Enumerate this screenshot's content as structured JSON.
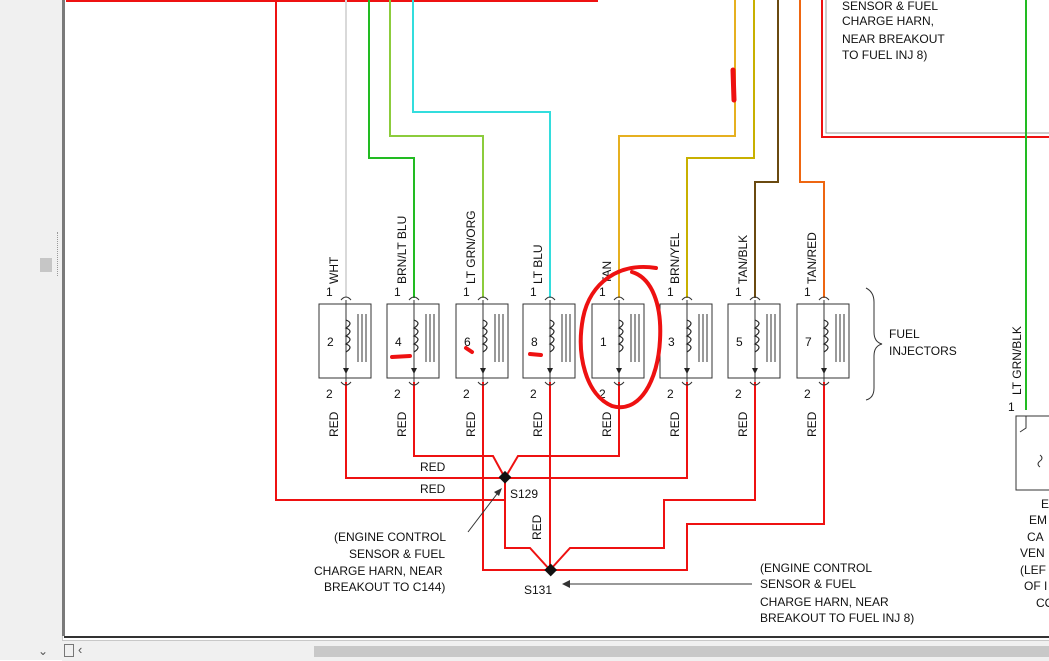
{
  "colors": {
    "red": "#ee1111",
    "white_wire": "#d9d9d9",
    "green": "#22bb22",
    "lt_green": "#8ccc3c",
    "lt_blue": "#33dddd",
    "tan": "#e6b020",
    "brown_yellow": "#c8b000",
    "brown": "#6a4a10",
    "orange": "#ee6611",
    "annotation": "#ee1111"
  },
  "wire_labels": {
    "wht": "WHT",
    "brn_lt_blu": "BRN/LT BLU",
    "lt_grn_org": "LT GRN/ORG",
    "lt_blu": "LT BLU",
    "tan": "TAN",
    "brn_yel": "BRN/YEL",
    "tan_blk": "TAN/BLK",
    "tan_red": "TAN/RED",
    "lt_grn_blk": "LT GRN/BLK",
    "red": "RED"
  },
  "pin_top": "1",
  "pin_bottom": "2",
  "injectors": [
    {
      "num": "2",
      "wire": "WHT"
    },
    {
      "num": "4",
      "wire": "BRN/LT BLU"
    },
    {
      "num": "6",
      "wire": "LT GRN/ORG"
    },
    {
      "num": "8",
      "wire": "LT BLU"
    },
    {
      "num": "1",
      "wire": "TAN"
    },
    {
      "num": "3",
      "wire": "BRN/YEL"
    },
    {
      "num": "5",
      "wire": "TAN/BLK"
    },
    {
      "num": "7",
      "wire": "TAN/RED"
    }
  ],
  "fuel_injectors_label": [
    "FUEL",
    "INJECTORS"
  ],
  "splices": {
    "s129": "S129",
    "s131": "S131"
  },
  "top_note": [
    "SENSOR & FUEL",
    "CHARGE HARN,",
    "NEAR BREAKOUT",
    "TO FUEL INJ 8)"
  ],
  "note_left": [
    "(ENGINE CONTROL",
    "SENSOR & FUEL",
    "CHARGE HARN, NEAR",
    "BREAKOUT TO C144)"
  ],
  "note_right": [
    "(ENGINE CONTROL",
    "SENSOR & FUEL",
    "CHARGE HARN, NEAR",
    "BREAKOUT TO FUEL INJ 8)"
  ],
  "right_partial": [
    "E",
    "EM",
    "CA",
    "VEN",
    "(LEF",
    "OF I",
    "CO"
  ]
}
